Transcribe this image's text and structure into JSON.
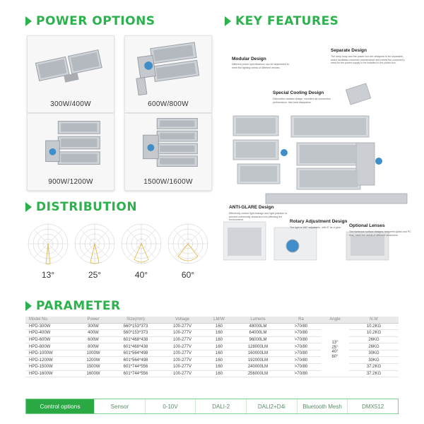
{
  "sections": {
    "power": "POWER OPTIONS",
    "features": "KEY FEATURES",
    "distribution": "DISTRIBUTION",
    "parameter": "PARAMETER"
  },
  "power_options": [
    "300W/400W",
    "600W/800W",
    "900W/1200W",
    "1500W/1600W"
  ],
  "distribution": [
    "13°",
    "25°",
    "40°",
    "60°"
  ],
  "features": [
    {
      "title": "Modular Design",
      "desc": "Different power specifications can be assembled to meet the lighting needs of different venues."
    },
    {
      "title": "Separate Design",
      "desc": "The lamp body and the power box are designed to be separable, which facilitates customer maintenance and meets the customer's need for the power supply to be installed in the power box."
    },
    {
      "title": "Special Cooling Design",
      "desc": "Dislocation radiator design, excellent air convection performance, fast heat dissipation."
    },
    {
      "title": "ANTI-GLARE Design",
      "desc": "Effectively control light leakage and light pollution to prevent community obstacles from affecting the environment."
    },
    {
      "title": "Rotary Adjustment Design",
      "desc": "The light is 180° adjustable, with 6° as a gear."
    },
    {
      "title": "Optional Lenses",
      "desc": "Two luminous surface designs: tempered glass and PC lens, meet the needs of different customers."
    }
  ],
  "param": {
    "headers": [
      "Model No.",
      "Power",
      "Size(mm)",
      "Voltage",
      "LM/W",
      "Lumens",
      "Ra",
      "Angle",
      "N.W"
    ],
    "rows": [
      [
        "HPD-300W",
        "300W",
        "560*153*373",
        "100-277V",
        "160",
        "48000LM",
        ">70/80",
        "10.2KG"
      ],
      [
        "HPD-400W",
        "400W",
        "560*153*373",
        "100-277V",
        "160",
        "64000LM",
        ">70/80",
        "10.2KG"
      ],
      [
        "HPD-600W",
        "600W",
        "601*468*438",
        "100-277V",
        "160",
        "96000LM",
        ">70/80",
        "26KG"
      ],
      [
        "HPD-800W",
        "800W",
        "601*468*438",
        "100-277V",
        "160",
        "128000LM",
        ">70/80",
        "26KG"
      ],
      [
        "HPD-1000W",
        "1000W",
        "601*564*498",
        "100-277V",
        "160",
        "160000LM",
        ">70/80",
        "30KG"
      ],
      [
        "HPD-1200W",
        "1200W",
        "601*564*498",
        "100-277V",
        "160",
        "192000LM",
        ">70/80",
        "30KG"
      ],
      [
        "HPD-1500W",
        "1500W",
        "601*744*556",
        "100-277V",
        "160",
        "240000LM",
        ">70/80",
        "37.2KG"
      ],
      [
        "HPD-1600W",
        "1600W",
        "601*744*556",
        "100-277V",
        "160",
        "256000LM",
        ">70/80",
        "37.2KG"
      ]
    ],
    "angle": [
      "13°",
      "25°",
      "40°",
      "60°"
    ]
  },
  "control": {
    "label": "Control options",
    "items": [
      "Sensor",
      "0-10V",
      "DALI-2",
      "DALI2+D4i",
      "Bluetooth Mesh",
      "DMX512"
    ]
  },
  "colors": {
    "accent": "#2bb24c",
    "control_bg": "#29a843"
  }
}
